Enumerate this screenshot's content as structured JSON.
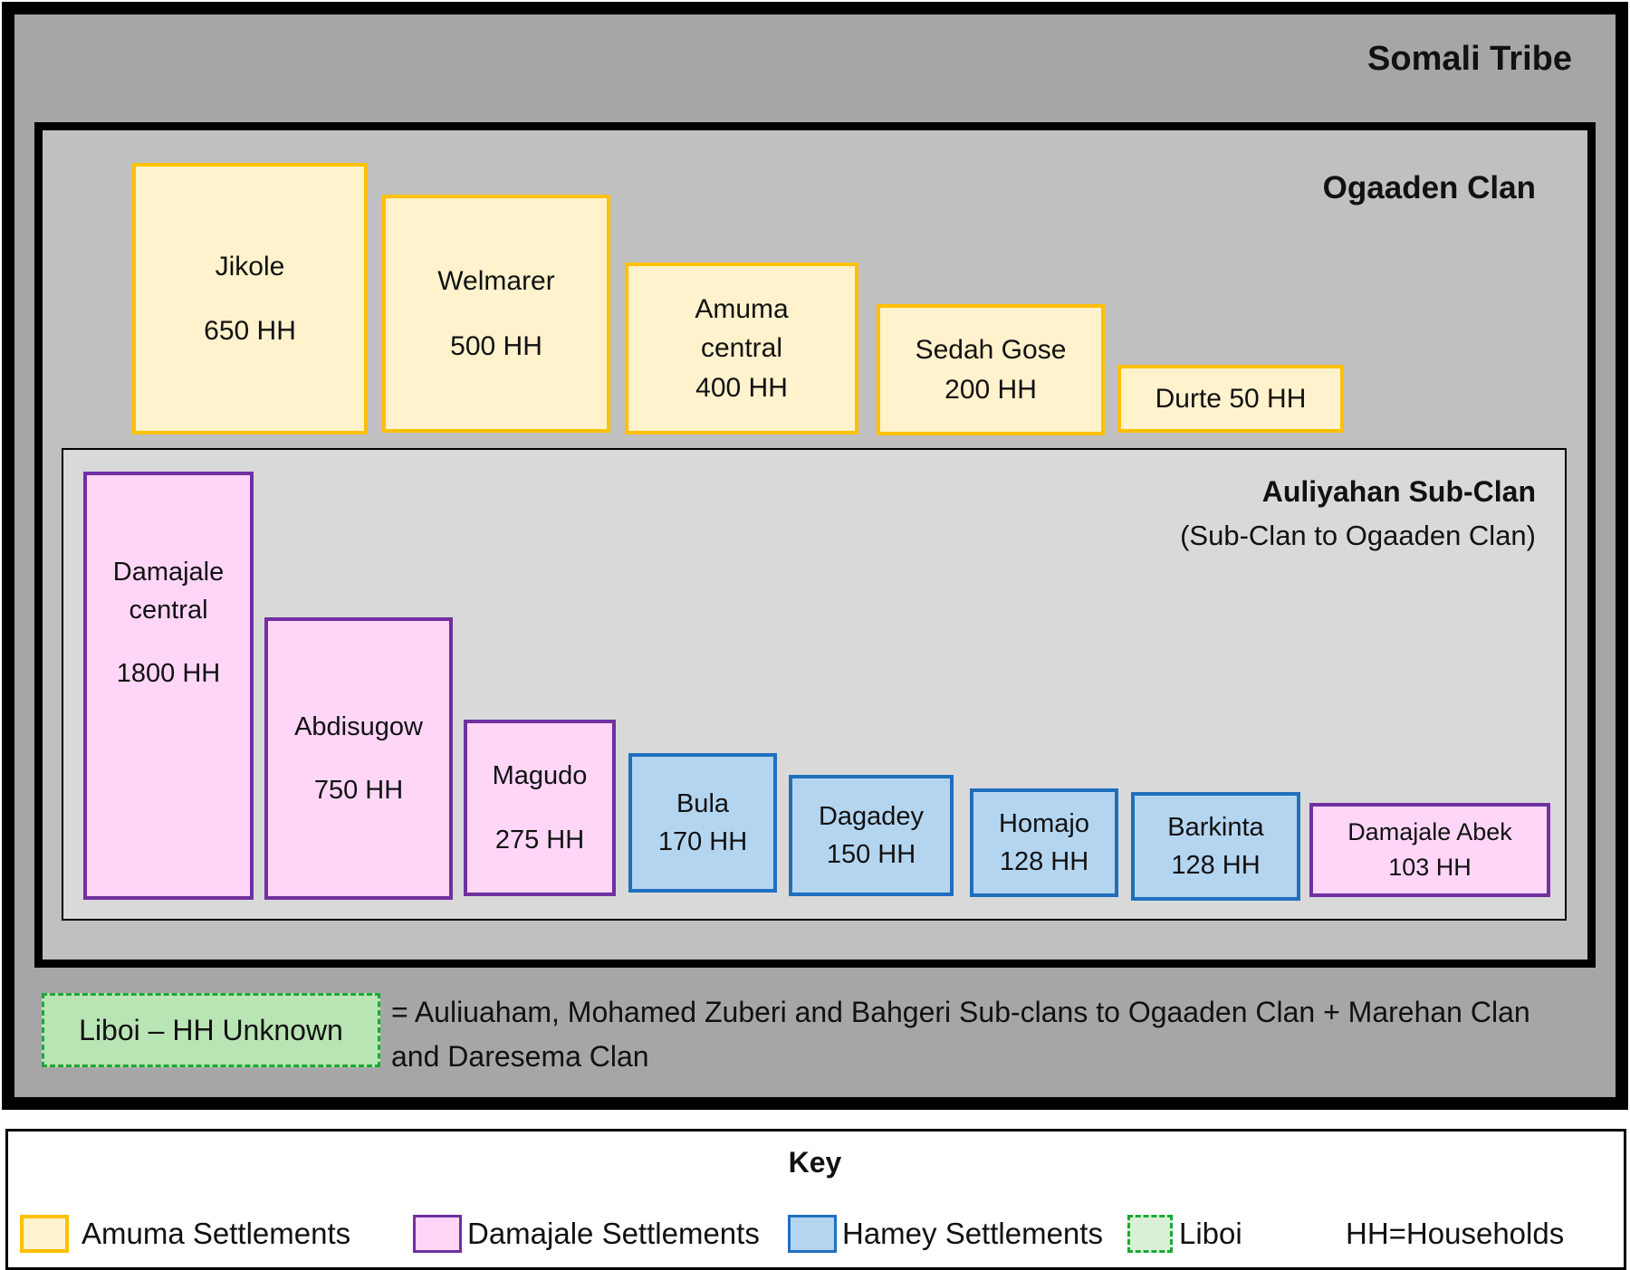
{
  "tribe": {
    "title": "Somali Tribe"
  },
  "clan": {
    "title": "Ogaaden Clan"
  },
  "subclan": {
    "title": "Auliyahan Sub-Clan",
    "subtitle": "(Sub-Clan to Ogaaden Clan)"
  },
  "amuma_settlements": [
    {
      "name": "Jikole",
      "hh": "650 HH"
    },
    {
      "name": "Welmarer",
      "hh": "500 HH"
    },
    {
      "name": "Amuma central",
      "hh": "400 HH"
    },
    {
      "name": "Sedah Gose",
      "hh": "200 HH"
    },
    {
      "name": "Durte 50 HH"
    }
  ],
  "subclan_settlements": [
    {
      "name": "Damajale central",
      "hh": "1800 HH",
      "group": "Damajale"
    },
    {
      "name": "Abdisugow",
      "hh": "750 HH",
      "group": "Damajale"
    },
    {
      "name": "Magudo",
      "hh": "275 HH",
      "group": "Damajale"
    },
    {
      "name": "Bula",
      "hh": "170 HH",
      "group": "Hamey"
    },
    {
      "name": "Dagadey",
      "hh": "150 HH",
      "group": "Hamey"
    },
    {
      "name": "Homajo",
      "hh": "128 HH",
      "group": "Hamey"
    },
    {
      "name": "Barkinta",
      "hh": "128 HH",
      "group": "Hamey"
    },
    {
      "name": "Damajale Abek",
      "hh": "103 HH",
      "group": "Damajale"
    }
  ],
  "liboi": {
    "label": "Liboi – HH Unknown",
    "note": "= Auliuaham, Mohamed Zuberi and Bahgeri Sub-clans to Ogaaden Clan + Marehan Clan and Daresema Clan"
  },
  "key": {
    "title": "Key",
    "amuma": "Amuma Settlements",
    "damajale": "Damajale Settlements",
    "hamey": "Hamey Settlements",
    "liboi": "Liboi",
    "hh": "HH=Households"
  },
  "colors": {
    "amuma_fill": "#fff2cc",
    "amuma_border": "#ffc000",
    "damajale_fill": "#ffd6f8",
    "damajale_border": "#7030a0",
    "hamey_fill": "#b4d5f0",
    "hamey_border": "#1f6fbf",
    "liboi_fill": "#b9e4b4",
    "liboi_border": "#1aa835"
  }
}
